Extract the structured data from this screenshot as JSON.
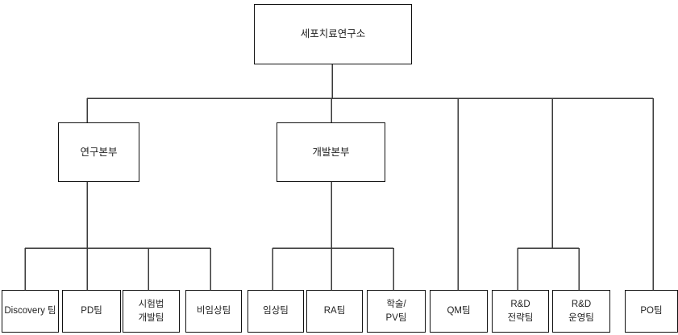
{
  "org": {
    "root": {
      "label": "세포치료연구소"
    },
    "divisions": [
      {
        "label": "연구본부",
        "teams": [
          {
            "label": "Discovery 팀"
          },
          {
            "label": "PD팀"
          },
          {
            "label": "시험법\n개발팀"
          },
          {
            "label": "비임상팀"
          }
        ]
      },
      {
        "label": "개발본부",
        "teams": [
          {
            "label": "임상팀"
          },
          {
            "label": "RA팀"
          },
          {
            "label": "학술/\nPV팀"
          }
        ]
      }
    ],
    "qm_team": {
      "label": "QM팀"
    },
    "rnd_teams": [
      {
        "label": "R&D\n전략팀"
      },
      {
        "label": "R&D\n운영팀"
      }
    ],
    "po_team": {
      "label": "PO팀"
    }
  }
}
